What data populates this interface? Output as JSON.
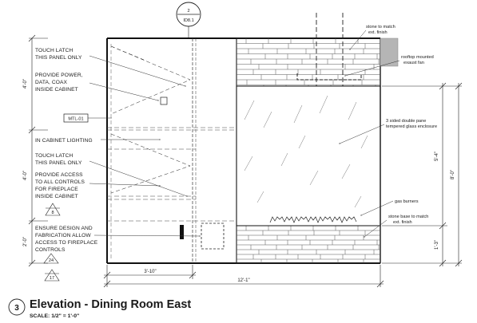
{
  "drawing": {
    "number": "3",
    "title": "Elevation - Dining Room East",
    "scale": "SCALE: 1/2\" = 1'-0\""
  },
  "ref_tag_top": {
    "number": "2",
    "sheet": "ID8.1"
  },
  "notes_left": {
    "touch_latch_1": [
      "TOUCH LATCH",
      "THIS PANEL ONLY"
    ],
    "provide_power": [
      "PROVIDE POWER,",
      "DATA, COAX",
      "INSIDE CABINET"
    ],
    "mtl_tag": "MTL-01",
    "in_cabinet_lighting": "IN CABINET LIGHTING",
    "touch_latch_2": [
      "TOUCH LATCH",
      "THIS PANEL ONLY"
    ],
    "provide_access": [
      "PROVIDE ACCESS",
      "TO ALL CONTROLS",
      "FOR FIREPLACE",
      "INSIDE CABINET"
    ],
    "ref_8": "8",
    "ensure_design": [
      "ENSURE DESIGN AND",
      "FABRICATION ALLOW",
      "ACCESS TO FIREPLACE",
      "CONTROLS"
    ],
    "ref_24": "24",
    "ref_17": "17"
  },
  "notes_right": {
    "stone_match": [
      "stone to match",
      "ext. finish"
    ],
    "rooftop_fan": [
      "rooftop mounted",
      "exaust fan"
    ],
    "glass_enclosure": [
      "3 sided double pane",
      "tempered glass enclosure"
    ],
    "gas_burners": "gas burners",
    "stone_base": [
      "stone base to match",
      "ext. finish"
    ]
  },
  "dimensions": {
    "left_upper": "4'-0\"",
    "left_middle": "4'-0\"",
    "left_lower": "2'-0\"",
    "bottom_cabinet": "3'-10\"",
    "bottom_overall": "12'-1\"",
    "right_glass": "5'-4\"",
    "right_overall": "8'-0\"",
    "right_base": "1'-3\""
  }
}
